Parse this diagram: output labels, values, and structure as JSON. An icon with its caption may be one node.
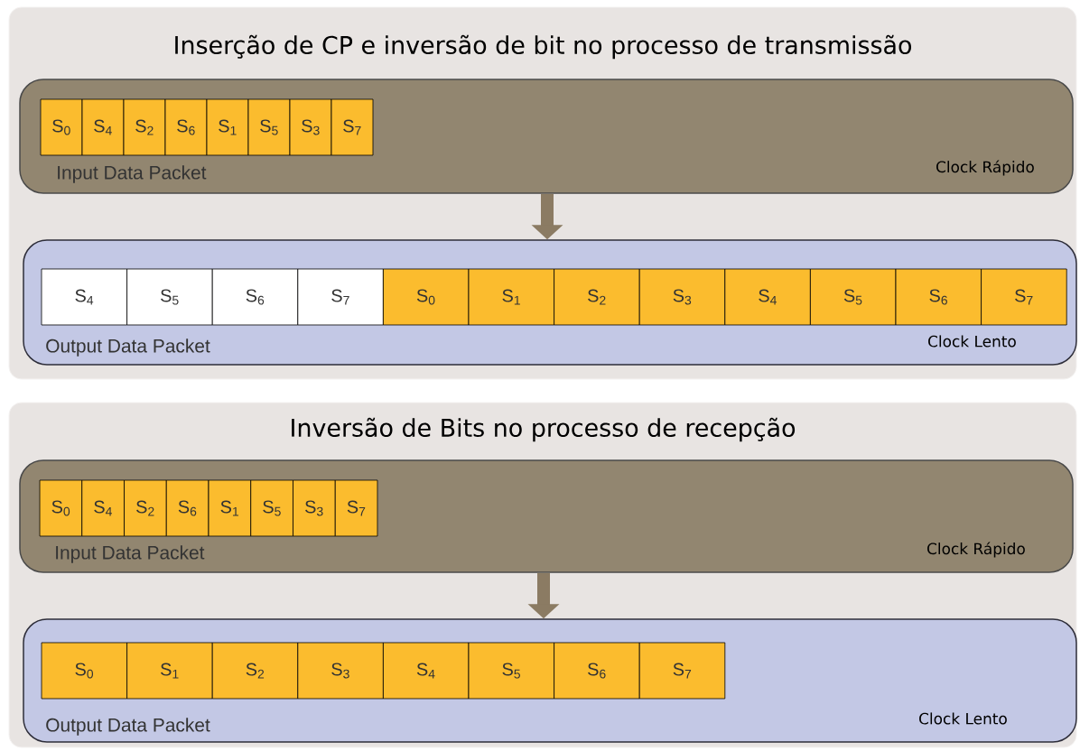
{
  "diagram": {
    "nodes": [
      {
        "text": [
          "Inserção de CP e inversão de bit no processo de transmissão"
        ]
      },
      {
        "text": [
          "Input Data Packet",
          "Clock Rápido"
        ],
        "in": 0
      },
      {
        "text": [
          "S$_{0}$"
        ],
        "in": 1
      },
      {
        "text": [
          "S$_{4}$"
        ],
        "in": 1
      },
      {
        "text": [
          "S$_{2}$"
        ],
        "in": 1
      },
      {
        "text": [
          "S$_{6}$"
        ],
        "in": 1
      },
      {
        "text": [
          "S$_{1}$"
        ],
        "in": 1
      },
      {
        "text": [
          "S$_{5}$"
        ],
        "in": 1
      },
      {
        "text": [
          "S$_{3}$"
        ],
        "in": 1
      },
      {
        "text": [
          "S$_{7}$"
        ],
        "in": 1
      },
      {
        "text": [
          "Output Data Packet",
          "Clock Lento"
        ],
        "in": 0
      },
      {
        "text": [
          "S$_{4}$"
        ],
        "in": 10
      },
      {
        "text": [
          "S$_{5}$"
        ],
        "in": 10
      },
      {
        "text": [
          "S$_{6}$"
        ],
        "in": 10
      },
      {
        "text": [
          "S$_{7}$"
        ],
        "in": 10
      },
      {
        "text": [
          "S$_{0}$"
        ],
        "in": 10
      },
      {
        "text": [
          "S$_{1}$"
        ],
        "in": 10
      },
      {
        "text": [
          "S$_{2}$"
        ],
        "in": 10
      },
      {
        "text": [
          "S$_{3}$"
        ],
        "in": 10
      },
      {
        "text": [
          "S$_{4}$"
        ],
        "in": 10
      },
      {
        "text": [
          "S$_{5}$"
        ],
        "in": 10
      },
      {
        "text": [
          "S$_{6}$"
        ],
        "in": 10
      },
      {
        "text": [
          "S$_{7}$"
        ],
        "in": 10
      },
      {
        "text": [
          "Inversão de Bits no processo de recepção"
        ]
      },
      {
        "text": [
          "Input Data Packet",
          "Clock Rápido"
        ],
        "in": 23
      },
      {
        "text": [
          "S$_{0}$"
        ],
        "in": 24
      },
      {
        "text": [
          "S$_{4}$"
        ],
        "in": 24
      },
      {
        "text": [
          "S$_{2}$"
        ],
        "in": 24
      },
      {
        "text": [
          "S$_{6}$"
        ],
        "in": 24
      },
      {
        "text": [
          "S$_{1}$"
        ],
        "in": 24
      },
      {
        "text": [
          "S$_{5}$"
        ],
        "in": 24
      },
      {
        "text": [
          "S$_{3}$"
        ],
        "in": 24
      },
      {
        "text": [
          "S$_{7}$"
        ],
        "in": 24
      },
      {
        "text": [
          "Output Data Packet",
          "Clock Lento"
        ],
        "in": 23
      },
      {
        "text": [
          "S$_{0}$"
        ],
        "in": 33
      },
      {
        "text": [
          "S$_{1}$"
        ],
        "in": 33
      },
      {
        "text": [
          "S$_{2}$"
        ],
        "in": 33
      },
      {
        "text": [
          "S$_{3}$"
        ],
        "in": 33
      },
      {
        "text": [
          "S$_{4}$"
        ],
        "in": 33
      },
      {
        "text": [
          "S$_{5}$"
        ],
        "in": 33
      },
      {
        "text": [
          "S$_{6}$"
        ],
        "in": 33
      },
      {
        "text": [
          "S$_{7}$"
        ],
        "in": 33
      }
    ],
    "edges": [
      {
        "from": 1,
        "to": 10,
        "arrow": "to"
      },
      {
        "from": 24,
        "to": 33,
        "arrow": "to"
      }
    ]
  }
}
